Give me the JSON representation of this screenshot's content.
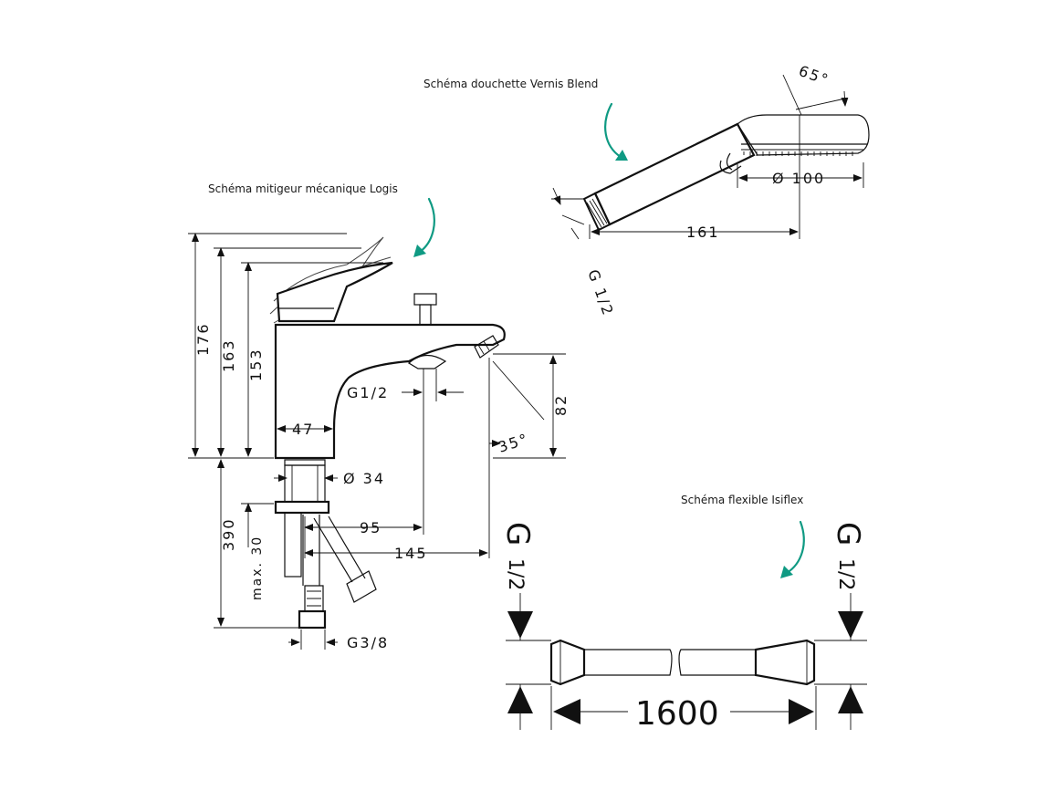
{
  "colors": {
    "annotation_arrow": "#0f9a83",
    "ink": "#111111",
    "background": "#ffffff"
  },
  "captions": {
    "shower": "Schéma douchette Vernis Blend",
    "mixer": "Schéma mitigeur mécanique Logis",
    "hose": "Schéma flexible Isiflex"
  },
  "mixer_dims": {
    "h176": "176",
    "h163": "163",
    "h153": "153",
    "h82": "82",
    "w47": "47",
    "g12": "G1/2",
    "d34": "Ø 34",
    "w95": "95",
    "w145": "145",
    "h390": "390",
    "max30": "max. 30",
    "g38": "G3/8",
    "angle35": "35°"
  },
  "shower_dims": {
    "angle65": "65°",
    "d100": "Ø 100",
    "l161": "161",
    "g12": "G 1/2"
  },
  "hose_dims": {
    "length": "1600",
    "g_left": "G",
    "frac_left": "1/2",
    "g_right": "G",
    "frac_right": "1/2"
  }
}
